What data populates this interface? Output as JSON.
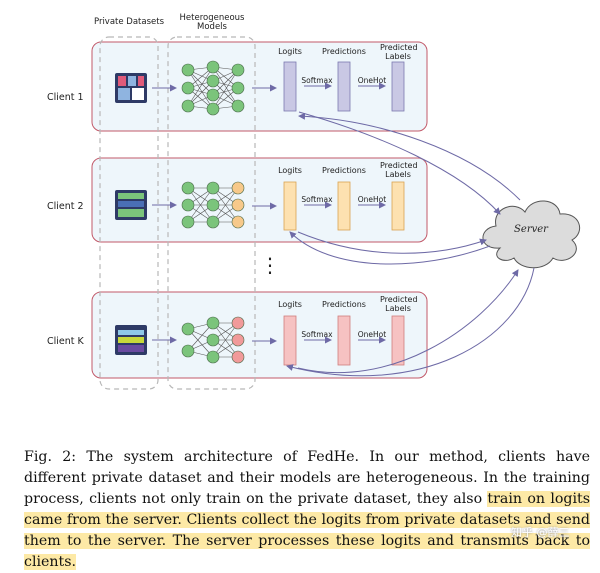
{
  "diagram": {
    "column_headers": {
      "private_datasets": "Private Datasets",
      "heterogeneous_models": "Heterogeneous Models"
    },
    "clients": [
      {
        "label": "Client 1",
        "color": "#c9c8e4",
        "border": "#7b78b0"
      },
      {
        "label": "Client 2",
        "color": "#fde1b0",
        "border": "#d9a352"
      },
      {
        "label": "Client K",
        "color": "#f6c2c2",
        "border": "#cf7d7d"
      }
    ],
    "stage_labels": {
      "logits": "Logits",
      "predictions": "Predictions",
      "predicted_labels": "Predicted Labels",
      "softmax": "Softmax",
      "onehot": "OneHot"
    },
    "ellipsis": "⋮",
    "server": "Server"
  },
  "caption": {
    "part1": "Fig. 2: The system architecture of FedHe. In our method, clients have different private dataset and their models are heterogeneous. In the training process, clients not only train on the private dataset, they also ",
    "highlight": "train on logits came from the server. Clients collect the logits from private datasets and send them to the server. The server processes these logits and transmits back to clients."
  },
  "watermark": "知乎 @薛三",
  "colors": {
    "panel_fill": "#eef6fb",
    "panel_border": "#c25a6a",
    "arrow": "#6e6aa6",
    "highlight": "#fde9a6"
  }
}
